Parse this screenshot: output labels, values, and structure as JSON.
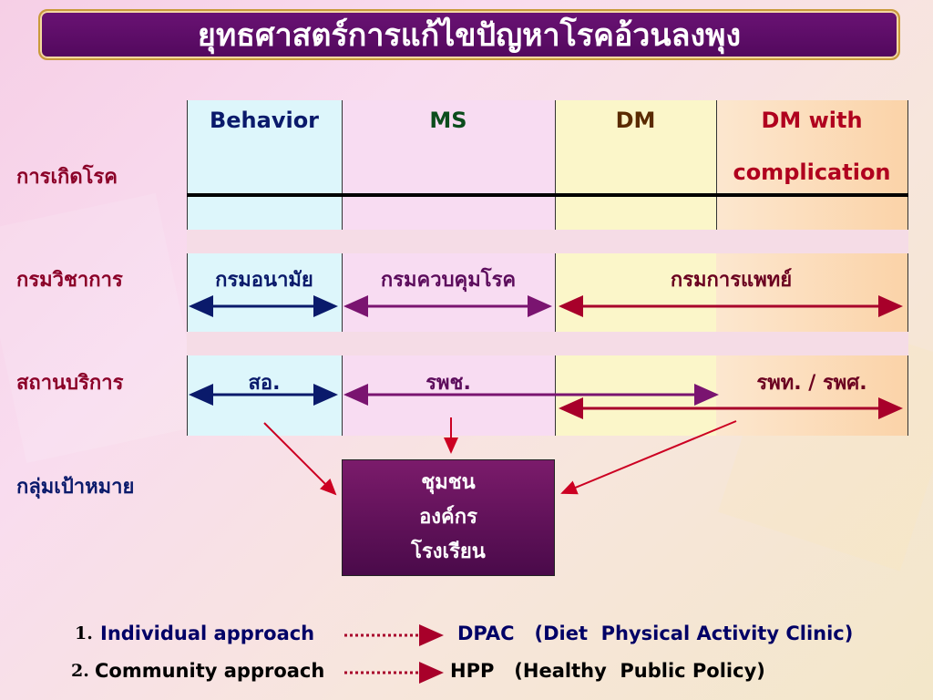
{
  "title": "ยุทธศาสตร์การแก้ไขปัญหาโรคอ้วนลงพุง",
  "columns": {
    "behavior": "Behavior",
    "ms": "MS",
    "dm": "DM",
    "dm_comp_line1": "DM with",
    "dm_comp_line2": "complication"
  },
  "rows": {
    "disease": "การเกิดโรค",
    "department": "กรมวิชาการ",
    "service": "สถานบริการ",
    "target": "กลุ่มเป้าหมาย"
  },
  "departments": {
    "health": "กรมอนามัย",
    "disease_control": "กรมควบคุมโรค",
    "medical": "กรมการแพทย์"
  },
  "services": {
    "health_station": "สอ.",
    "community_hospital": "รพช.",
    "general_hospital": "รพท. / รพศ."
  },
  "targets": [
    "ชุมชน",
    "องค์กร",
    "โรงเรียน"
  ],
  "approaches": [
    {
      "number": "1.",
      "name": "Individual approach",
      "result": "DPAC   (Diet  Physical Activity Clinic)"
    },
    {
      "number": "2.",
      "name": "Community approach",
      "result": "HPP   (Healthy  Public Policy)"
    }
  ],
  "colors": {
    "title_bg": "#5e0e68",
    "blue_arrow": "#0a1a6b",
    "purple_arrow": "#7a1470",
    "red_arrow": "#a8002a",
    "target_bg": "#5b0f56"
  }
}
